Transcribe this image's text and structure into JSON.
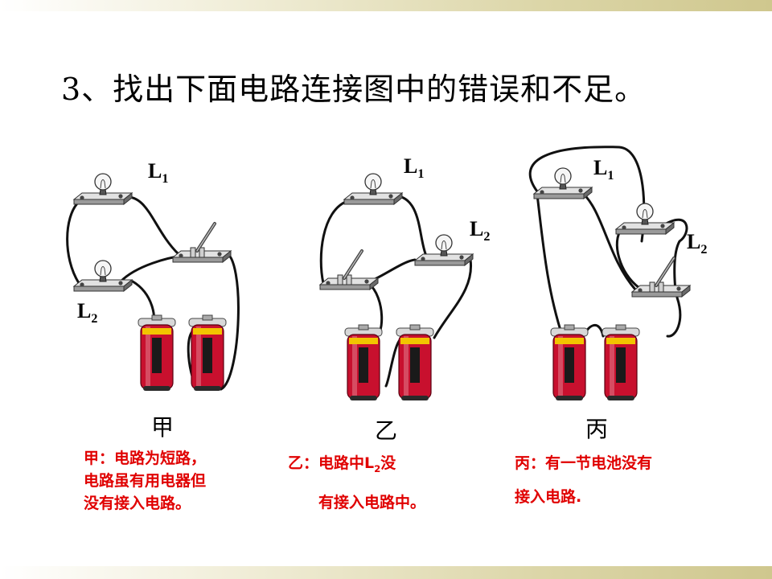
{
  "title": "3、找出下面电路连接图中的错误和不足。",
  "labels": {
    "jia_l1": "L",
    "jia_l1_sub": "1",
    "jia_l2": "L",
    "jia_l2_sub": "2",
    "yi_l1": "L",
    "yi_l1_sub": "1",
    "yi_l2": "L",
    "yi_l2_sub": "2",
    "bing_l1": "L",
    "bing_l1_sub": "1",
    "bing_l2": "L",
    "bing_l2_sub": "2"
  },
  "captions": {
    "jia": "甲",
    "yi": "乙",
    "bing": "丙"
  },
  "answers": {
    "jia": [
      "甲：电路为短路，",
      "电路虽有用电器但",
      "没有接入电路。"
    ],
    "yi_line1_pre": "乙：电路中L",
    "yi_line1_sub": "2",
    "yi_line1_post": "没",
    "yi_line2": "有接入电路中。",
    "bing": [
      "丙：有一节电池没有",
      "接入电路."
    ]
  },
  "colors": {
    "answer": "#e00000",
    "battery": "#c8102e",
    "wire": "#111111"
  }
}
